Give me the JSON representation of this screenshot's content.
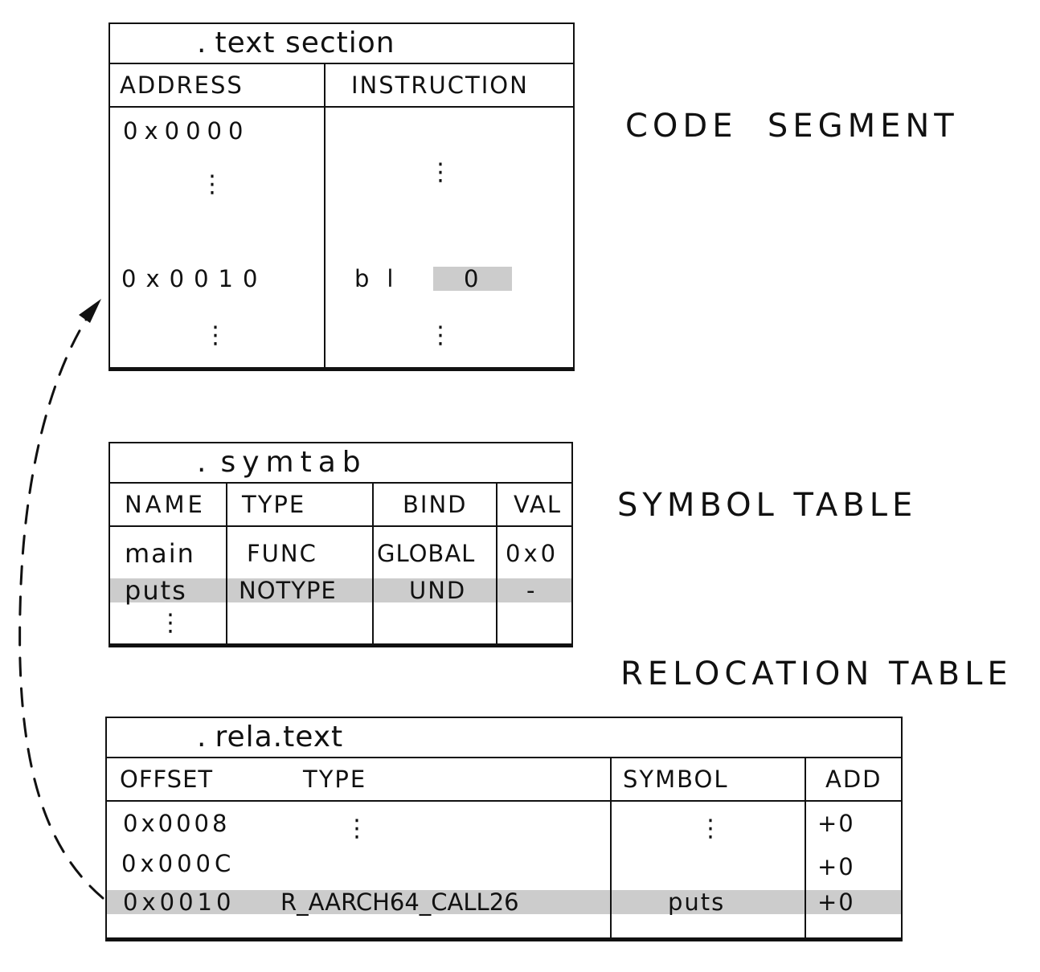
{
  "labels": {
    "code_segment": "CODE  SEGMENT",
    "symbol_table": "SYMBOL TABLE",
    "relocation_table": "RELOCATION TABLE"
  },
  "text_section": {
    "title_dot": ".",
    "title": "text section",
    "columns": [
      "ADDRESS",
      "INSTRUCTION"
    ],
    "rows": [
      {
        "address": "0x0000",
        "instruction": ""
      },
      {
        "address": "⋮",
        "instruction": "⋮"
      },
      {
        "address": "0x0010",
        "instruction_op": "bl",
        "instruction_arg": "0",
        "highlight_arg": true
      },
      {
        "address": "⋮",
        "instruction": "⋮"
      }
    ]
  },
  "symtab": {
    "title_dot": ".",
    "title": "symtab",
    "columns": [
      "NAME",
      "TYPE",
      "BIND",
      "VAL"
    ],
    "rows": [
      {
        "name": "main",
        "type": "FUNC",
        "bind": "GLOBAL",
        "val": "0x0"
      },
      {
        "name": "puts",
        "type": "NOTYPE",
        "bind": "UND",
        "val": "-",
        "highlight": true
      },
      {
        "name": "⋮",
        "type": "",
        "bind": "",
        "val": ""
      }
    ]
  },
  "rela_text": {
    "title_dot": ".",
    "title": "rela.text",
    "columns": [
      "OFFSET",
      "TYPE",
      "SYMBOL",
      "ADD"
    ],
    "rows": [
      {
        "offset": "0x0008",
        "type": "⋮",
        "symbol": "⋮",
        "add": "+0"
      },
      {
        "offset": "0x000C",
        "type": "",
        "symbol": "",
        "add": "+0"
      },
      {
        "offset": "0x0010",
        "type": "R_AARCH64_CALL26",
        "symbol": "puts",
        "add": "+0",
        "highlight": true
      }
    ]
  },
  "arrow": {
    "from": "rela_text.rows.2",
    "to": "text_section.rows.2",
    "style": "dashed"
  },
  "colors": {
    "ink": "#111111",
    "highlight": "#cccccc",
    "background": "#ffffff"
  }
}
